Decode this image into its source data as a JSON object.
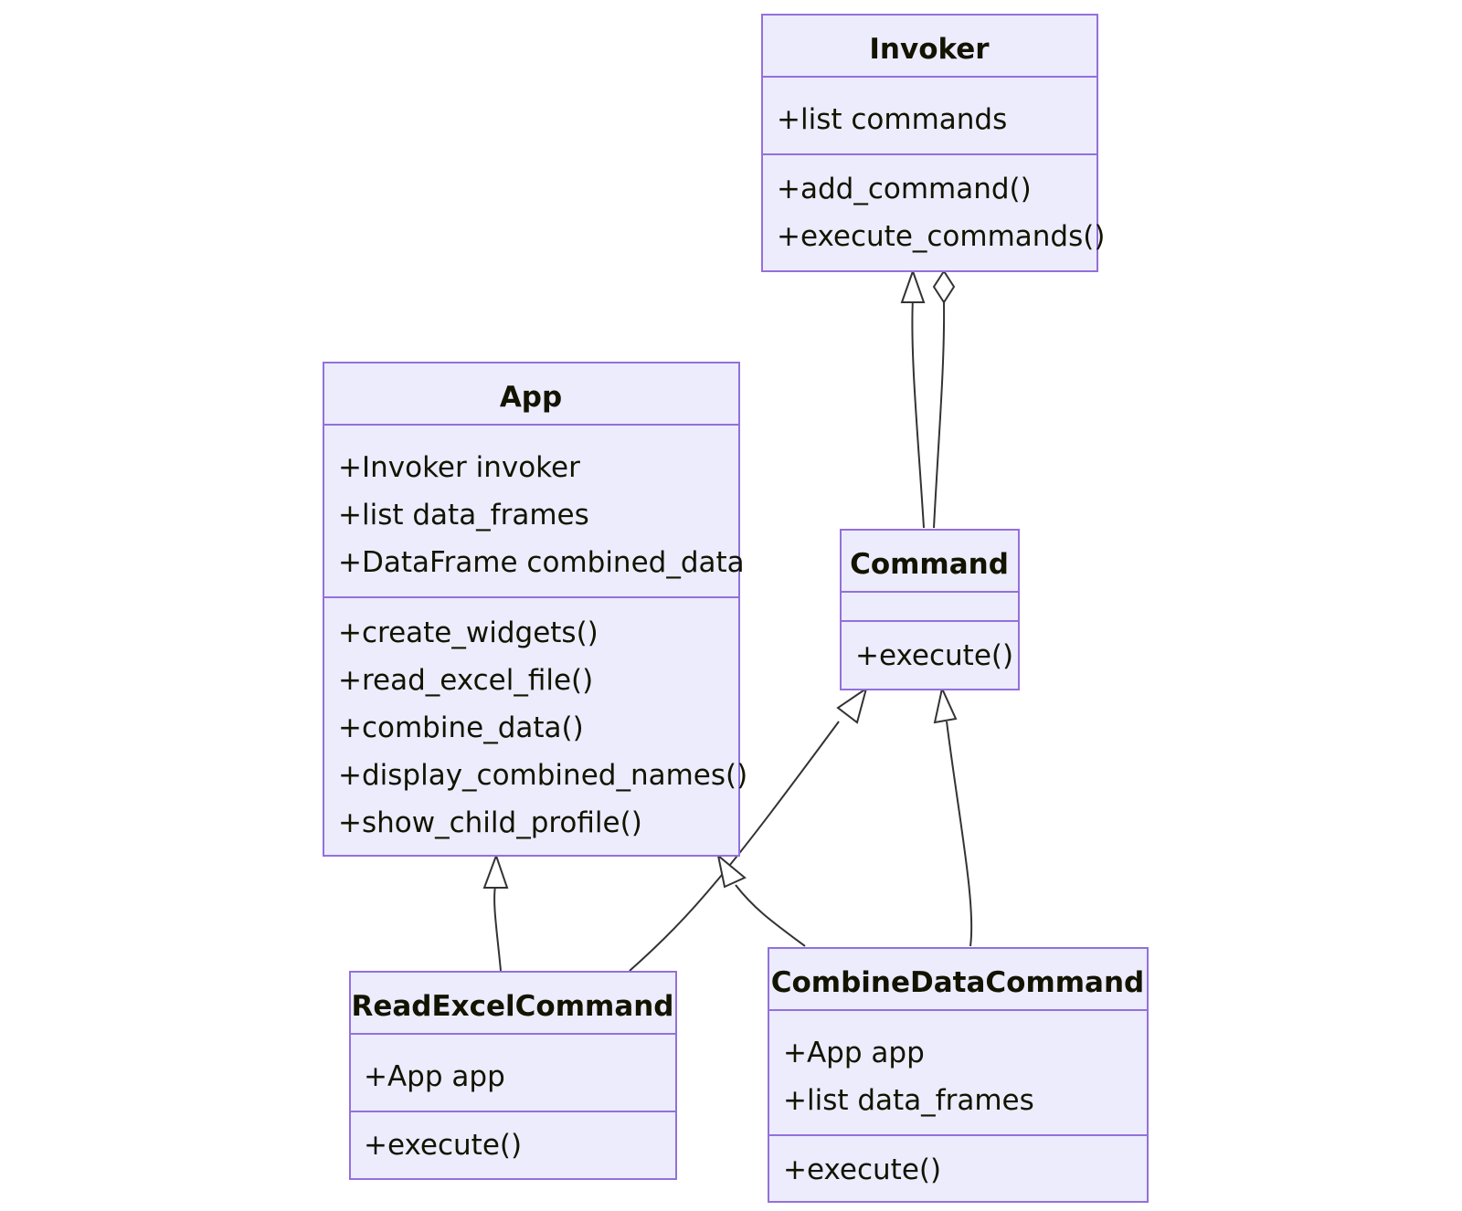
{
  "classes": {
    "invoker": {
      "name": "Invoker",
      "attributes": [
        "+list commands"
      ],
      "methods": [
        "+add_command()",
        "+execute_commands()"
      ]
    },
    "app": {
      "name": "App",
      "attributes": [
        "+Invoker invoker",
        "+list data_frames",
        "+DataFrame combined_data"
      ],
      "methods": [
        "+create_widgets()",
        "+read_excel_file()",
        "+combine_data()",
        "+display_combined_names()",
        "+show_child_profile()"
      ]
    },
    "command": {
      "name": "Command",
      "attributes": [],
      "methods": [
        "+execute()"
      ]
    },
    "read_excel_command": {
      "name": "ReadExcelCommand",
      "attributes": [
        "+App app"
      ],
      "methods": [
        "+execute()"
      ]
    },
    "combine_data_command": {
      "name": "CombineDataCommand",
      "attributes": [
        "+App app",
        "+list data_frames"
      ],
      "methods": [
        "+execute()"
      ]
    }
  },
  "relations": [
    {
      "from": "command",
      "to": "invoker",
      "kind": "inheritance"
    },
    {
      "from": "command",
      "to": "invoker",
      "kind": "aggregation"
    },
    {
      "from": "read_excel_command",
      "to": "app",
      "kind": "inheritance"
    },
    {
      "from": "read_excel_command",
      "to": "command",
      "kind": "inheritance"
    },
    {
      "from": "combine_data_command",
      "to": "app",
      "kind": "inheritance"
    },
    {
      "from": "combine_data_command",
      "to": "command",
      "kind": "inheritance"
    }
  ],
  "colors": {
    "box_fill": "#ececfd",
    "box_stroke": "#9370db",
    "text": "#131300",
    "edge": "#333333"
  }
}
